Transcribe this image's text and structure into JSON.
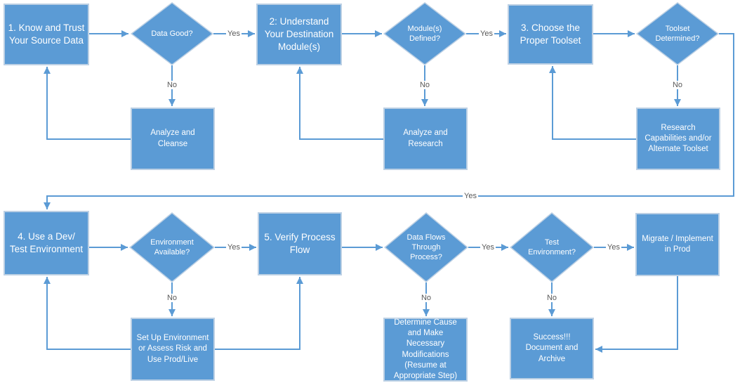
{
  "diagram_title": "Data migration process flowchart",
  "colors": {
    "node_fill": "#5b9bd5",
    "node_border": "#bcd0e4",
    "connector": "#5b9bd5",
    "node_text": "#ffffff",
    "branch_label": "#595959",
    "canvas_bg": "#ffffff"
  },
  "nodes": {
    "step1": "1. Know and Trust Your Source Data",
    "data_good": "Data Good?",
    "step2": "2: Understand Your Destination Module(s)",
    "modules_defined": "Module(s) Defined?",
    "step3": "3. Choose the Proper Toolset",
    "toolset_determined": "Toolset Determined?",
    "analyze_cleanse": "Analyze and Cleanse",
    "analyze_research": "Analyze and Research",
    "research_capabilities": "Research Capabilities and/or Alternate Toolset",
    "step4": "4. Use a Dev/ Test Environment",
    "environment_available": "Environment Available?",
    "step5": "5. Verify Process Flow",
    "data_flows": "Data Flows Through Process?",
    "test_environment": "Test Environment?",
    "migrate": "Migrate / Implement in Prod",
    "setup_environment": "Set Up Environment or Assess Risk and Use Prod/Live",
    "determine_cause": "Determine Cause and Make Necessary Modifications (Resume at Appropriate Step)",
    "success": "Success!!! Document and Archive"
  },
  "labels": {
    "yes": "Yes",
    "no": "No"
  }
}
